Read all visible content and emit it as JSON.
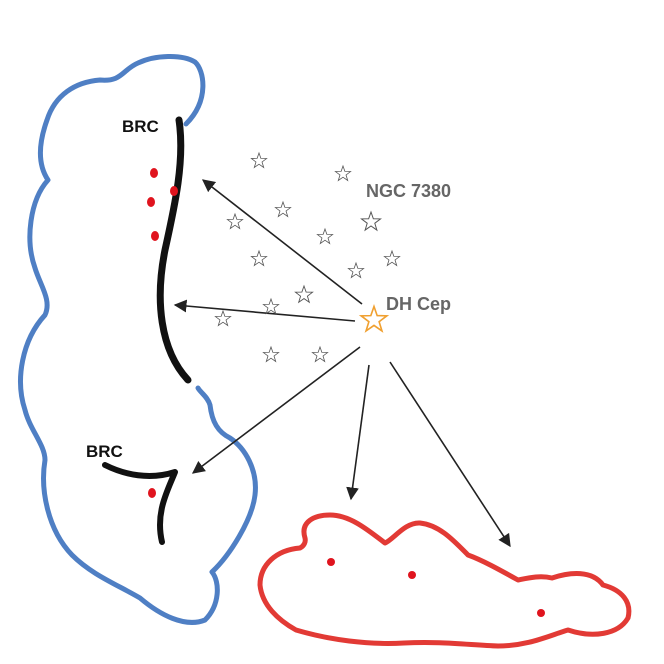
{
  "labels": {
    "brc_top": "BRC",
    "brc_bottom": "BRC",
    "cluster": "NGC 7380",
    "ionizing_star": "DH Cep"
  },
  "colors": {
    "blue_cloud": "#4f7fc4",
    "red_cloud": "#e23a35",
    "rim": "#111111",
    "arrow": "#222222",
    "source_dot": "#e0141e",
    "cluster_star": "#555555",
    "ionizing_star": "#f0a030",
    "text_dark": "#111111",
    "text_gray": "#666666"
  },
  "icons": {
    "cluster_star": "star-outline-icon",
    "ionizing_star": "star-outline-icon"
  }
}
